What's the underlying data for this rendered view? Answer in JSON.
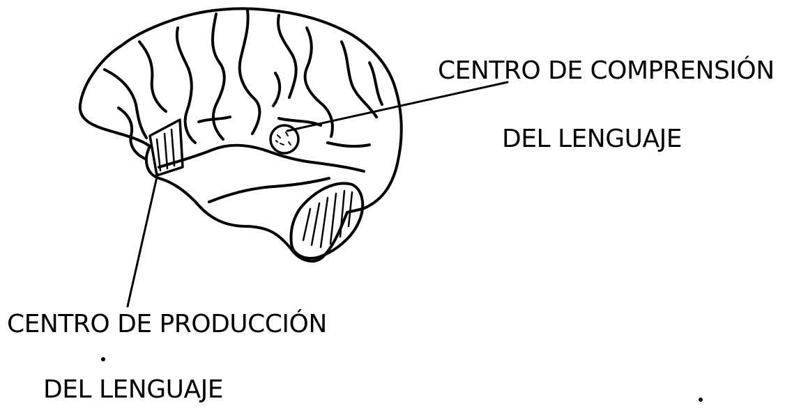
{
  "labels": {
    "comprehension_line1": "CENTRO DE COMPRENSIÓN",
    "comprehension_line2": "DEL LENGUAJE",
    "production_line1": "CENTRO DE PRODUCCIÓN",
    "production_line2": "DEL LENGUAJE"
  },
  "colors": {
    "ink": "#000000",
    "background": "#ffffff"
  }
}
